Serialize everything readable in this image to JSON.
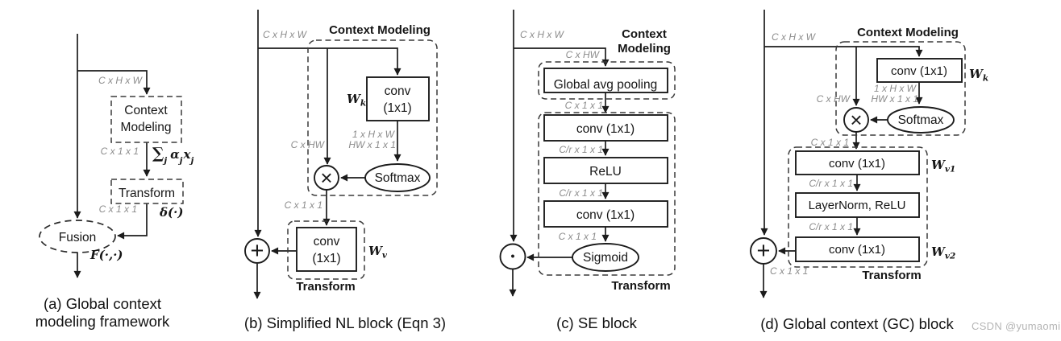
{
  "figure": {
    "watermark": "CSDN @yumaomi"
  },
  "panels": {
    "a": {
      "caption_line1": "(a) Global context",
      "caption_line2": "modeling framework",
      "dim_chw": "C x H x W",
      "dim_c11_top": "C x 1 x 1",
      "dim_c11_bottom": "C x 1 x 1",
      "box_context_line1": "Context",
      "box_context_line2": "Modeling",
      "box_transform": "Transform",
      "fusion": "Fusion",
      "sum_parts": [
        "∑",
        "j",
        "α",
        "j",
        "x",
        "j"
      ],
      "delta": "δ(·)",
      "fusion_fn": "F(·,·)"
    },
    "b": {
      "caption": "(b) Simplified NL block (Eqn 3)",
      "title_context": "Context Modeling",
      "title_transform": "Transform",
      "dim_chw": "C x H x W",
      "dim_chw_flat": "C x HW",
      "dim_1hw": "1 x H x W",
      "dim_hw11": "HW x 1 x 1",
      "dim_c11": "C x 1 x 1",
      "conv_k_line1": "conv",
      "conv_k_line2": "(1x1)",
      "softmax": "Softmax",
      "conv_v_line1": "conv",
      "conv_v_line2": "(1x1)",
      "wk": [
        "W",
        "k"
      ],
      "wv": [
        "W",
        "v"
      ],
      "op_matmul": "×",
      "op_add": "+"
    },
    "c": {
      "caption": "(c) SE block",
      "title_context_line1": "Context",
      "title_context_line2": "Modeling",
      "title_transform": "Transform",
      "dim_chw": "C x H x W",
      "dim_chw_flat": "C x HW",
      "dim_c11_top": "C x 1 x 1",
      "dim_cr11_1": "C/r x 1 x 1",
      "dim_cr11_2": "C/r x 1 x 1",
      "dim_c11_bottom": "C x 1 x 1",
      "box_pool": "Global avg pooling",
      "box_conv1": "conv (1x1)",
      "box_relu": "ReLU",
      "box_conv2": "conv (1x1)",
      "sigmoid": "Sigmoid",
      "op_scale": "•"
    },
    "d": {
      "caption": "(d) Global context (GC) block",
      "title_context": "Context Modeling",
      "title_transform": "Transform",
      "dim_chw": "C x H x W",
      "dim_chw_flat": "C x HW",
      "dim_1hw": "1 x H x W",
      "dim_hw11": "HW x 1 x 1",
      "dim_c11_mid": "C x 1 x 1",
      "dim_cr11_1": "C/r x 1 x 1",
      "dim_cr11_2": "C/r x 1 x 1",
      "dim_c11_out": "C x 1 x 1",
      "box_conv_k": "conv (1x1)",
      "softmax": "Softmax",
      "box_conv_v1": "conv (1x1)",
      "box_layernorm": "LayerNorm, ReLU",
      "box_conv_v2": "conv (1x1)",
      "wk": [
        "W",
        "k"
      ],
      "wv1": [
        "W",
        "v1"
      ],
      "wv2": [
        "W",
        "v2"
      ],
      "op_matmul": "×",
      "op_add": "+"
    }
  }
}
